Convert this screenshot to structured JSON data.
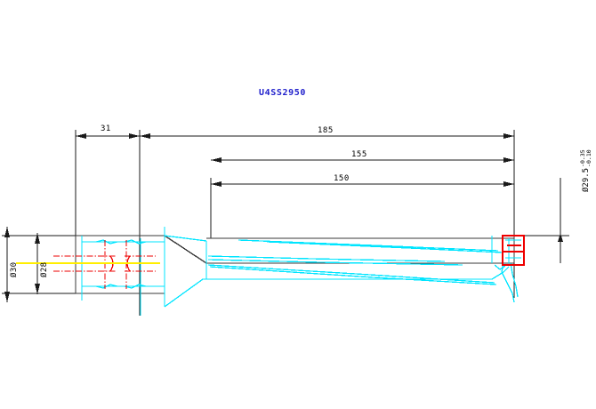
{
  "drawing": {
    "title": "U4SS2950",
    "title_color": "#2222cc",
    "background": "#ffffff",
    "colors": {
      "outline": "#3a3a3a",
      "overlay": "#00e5ff",
      "hidden": "#ee0000",
      "pocket": "#ee0000",
      "centerline": "#ffee00",
      "dimension": "#1a1a1a",
      "title": "#2222cc"
    },
    "linear_dimensions": [
      {
        "name": "shank-length",
        "label": "31",
        "value": 31,
        "unit": "mm"
      },
      {
        "name": "overall-length",
        "label": "185",
        "value": 185,
        "unit": "mm"
      },
      {
        "name": "body-length",
        "label": "155",
        "value": 155,
        "unit": "mm"
      },
      {
        "name": "flute-length",
        "label": "150",
        "value": 150,
        "unit": "mm"
      }
    ],
    "diameter_dimensions": [
      {
        "name": "shank-flange-diameter",
        "label": "Ø30",
        "value": 30,
        "unit": "mm"
      },
      {
        "name": "shank-diameter",
        "label": "Ø28",
        "value": 28,
        "unit": "mm"
      }
    ],
    "tip_diameter": {
      "name": "cutting-diameter",
      "label": "Ø29.5",
      "value": 29.5,
      "unit": "mm",
      "tolerance_upper": "-0.35",
      "tolerance_lower": "-0.10"
    }
  }
}
